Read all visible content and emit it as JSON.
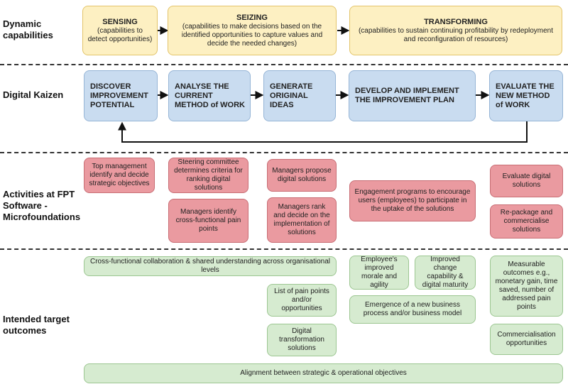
{
  "labels": {
    "dynamic": "Dynamic capabilities",
    "kaizen": "Digital Kaizen",
    "activities": "Activities at FPT Software - Microfoundations",
    "outcomes": "Intended target outcomes"
  },
  "dynamic": [
    {
      "title": "SENSING",
      "desc": "(capabilities to detect opportunities)"
    },
    {
      "title": "SEIZING",
      "desc": "(capabilities to make decisions based on the identified opportunities to capture values and decide the needed changes)"
    },
    {
      "title": "TRANSFORMING",
      "desc": "(capabilities to sustain continuing profitability by redeployment and reconfiguration of resources)"
    }
  ],
  "kaizen": [
    "DISCOVER IMPROVEMENT POTENTIAL",
    "ANALYSE THE CURRENT METHOD of WORK",
    "GENERATE ORIGINAL IDEAS",
    "DEVELOP AND IMPLEMENT THE IMPROVEMENT PLAN",
    "EVALUATE THE NEW METHOD of WORK"
  ],
  "activities": {
    "top_management": "Top management identify and decide strategic objectives",
    "steering": "Steering committee determines criteria for ranking digital solutions",
    "managers_identify": "Managers identify cross-functional pain points",
    "managers_propose": "Managers propose digital solutions",
    "managers_rank": "Managers rank and decide on the implementation of solutions",
    "engagement": "Engagement programs to encourage users (employees) to participate in the uptake of the solutions",
    "evaluate": "Evaluate digital solutions",
    "repackage": "Re-package and commercialise solutions"
  },
  "outcomes": {
    "cross_functional": "Cross-functional collaboration & shared understanding across organisational levels",
    "morale": "Employee's improved morale and agility",
    "change_capability": "Improved change capability & digital maturity",
    "measurable": "Measurable outcomes e.g., monetary gain, time saved, number of addressed pain points",
    "pain_points": "List of pain points and/or opportunities",
    "emergence": "Emergence of a new business process and/or business model",
    "digital_solutions": "Digital transformation solutions",
    "commercialisation": "Commercialisation opportunities",
    "alignment": "Alignment between strategic & operational objectives"
  }
}
